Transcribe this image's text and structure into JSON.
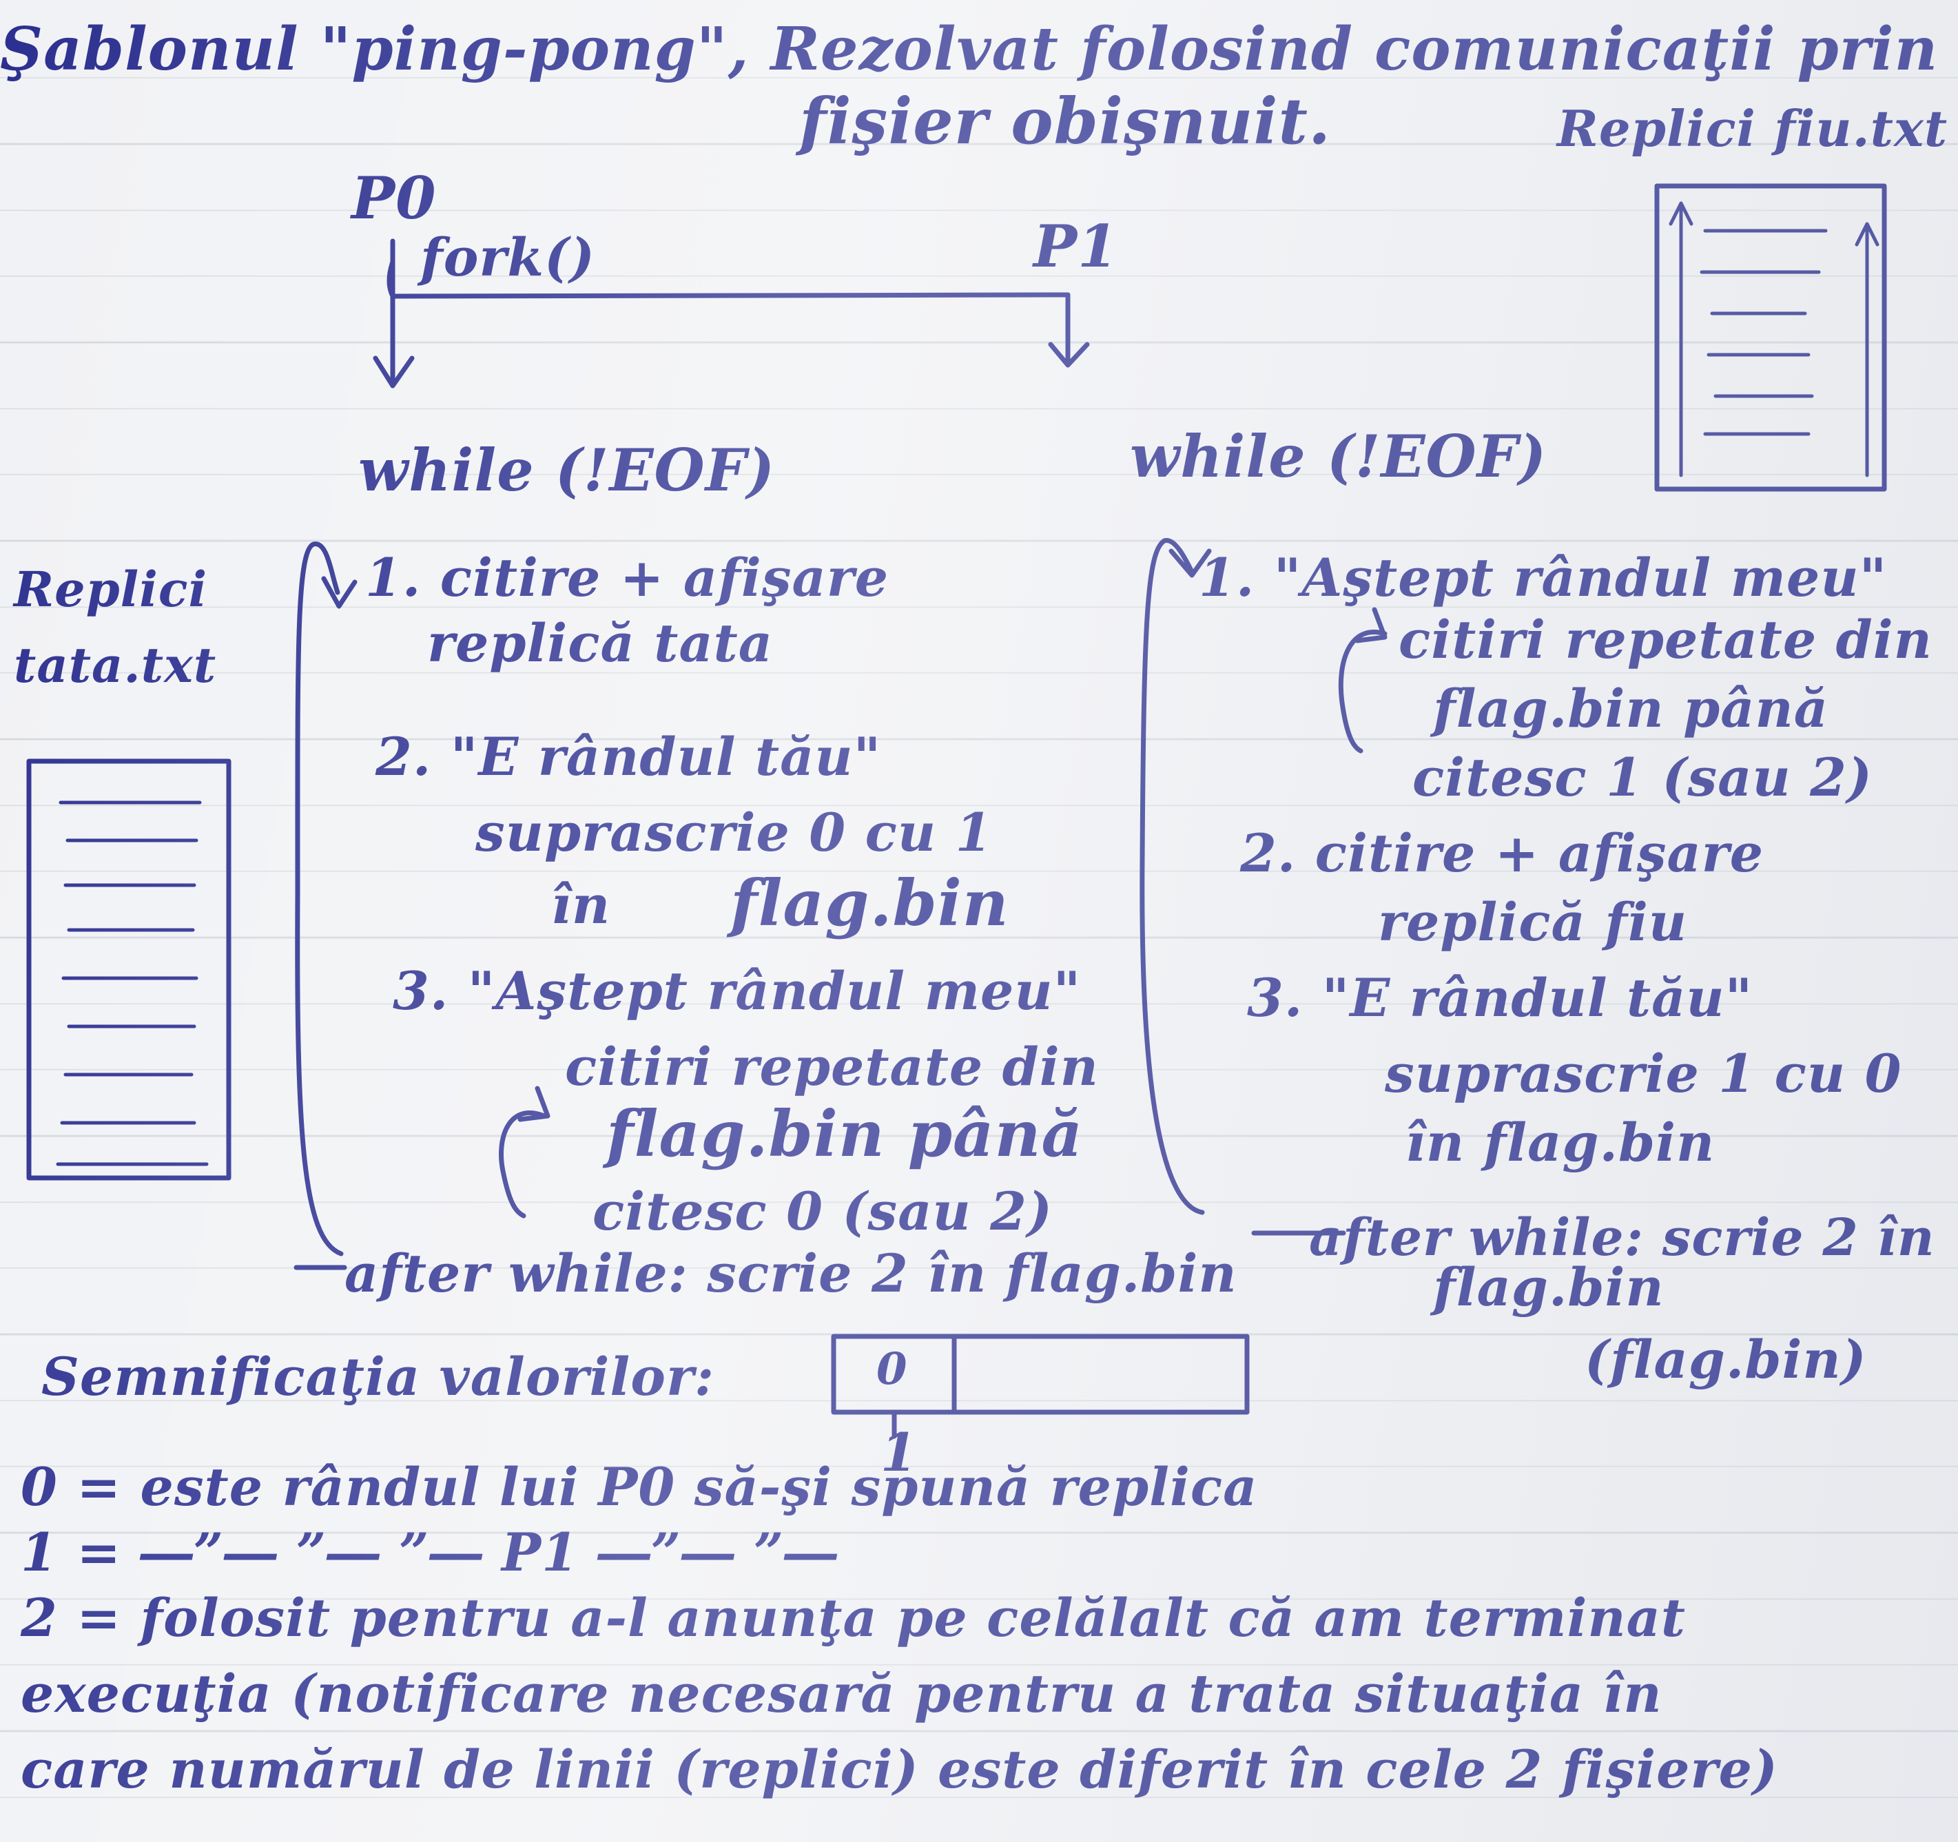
{
  "title": {
    "line1": "Şablonul \"ping-pong\", Rezolvat folosind comunicaţii prin",
    "line2": "fişier obişnuit."
  },
  "processes": {
    "p0": "P0",
    "fork": "fork()",
    "p1": "P1"
  },
  "files": {
    "left_label_1": "Replici",
    "left_label_2": "tata.txt",
    "right_label": "Replici fiu.txt"
  },
  "p0_loop": {
    "header": "while (!EOF)",
    "step1_a": "1. citire + afişare",
    "step1_b": "replică tata",
    "step2_a": "2. \"E rândul tău\"",
    "step2_b": "suprascrie 0 cu 1",
    "step2_c": "în",
    "step2_file": "flag.bin",
    "step3_a": "3. \"Aştept rândul meu\"",
    "step3_b": "citiri repetate din",
    "step3_c": "flag.bin până",
    "step3_d": "citesc 0 (sau 2)",
    "after": "after while: scrie 2 în flag.bin"
  },
  "p1_loop": {
    "header": "while (!EOF)",
    "step1_a": "1. \"Aştept rândul meu\"",
    "step1_b": "citiri repetate din",
    "step1_c": "flag.bin până",
    "step1_d": "citesc 1 (sau 2)",
    "step2_a": "2. citire + afişare",
    "step2_b": "replică fiu",
    "step3_a": "3. \"E rândul tău\"",
    "step3_b": "suprascrie 1 cu 0",
    "step3_c": "în flag.bin",
    "after_a": "after while: scrie 2 în",
    "after_b": "flag.bin"
  },
  "flag": {
    "label": "Semnificaţia valorilor:",
    "cell_value": "0",
    "index": "1",
    "file": "(flag.bin)"
  },
  "meanings": {
    "m0": "0 = este rândul lui P0 să-şi spună replica",
    "m1": "1 = ―”― ”― ”― P1 ―”― ”―",
    "m2": "2 = folosit pentru a-l anunţa pe celălalt că am terminat",
    "m3": "execuţia (notificare necesară pentru a trata situaţia în",
    "m4": "care numărul de linii (replici) este diferit în cele 2 fişiere)"
  }
}
